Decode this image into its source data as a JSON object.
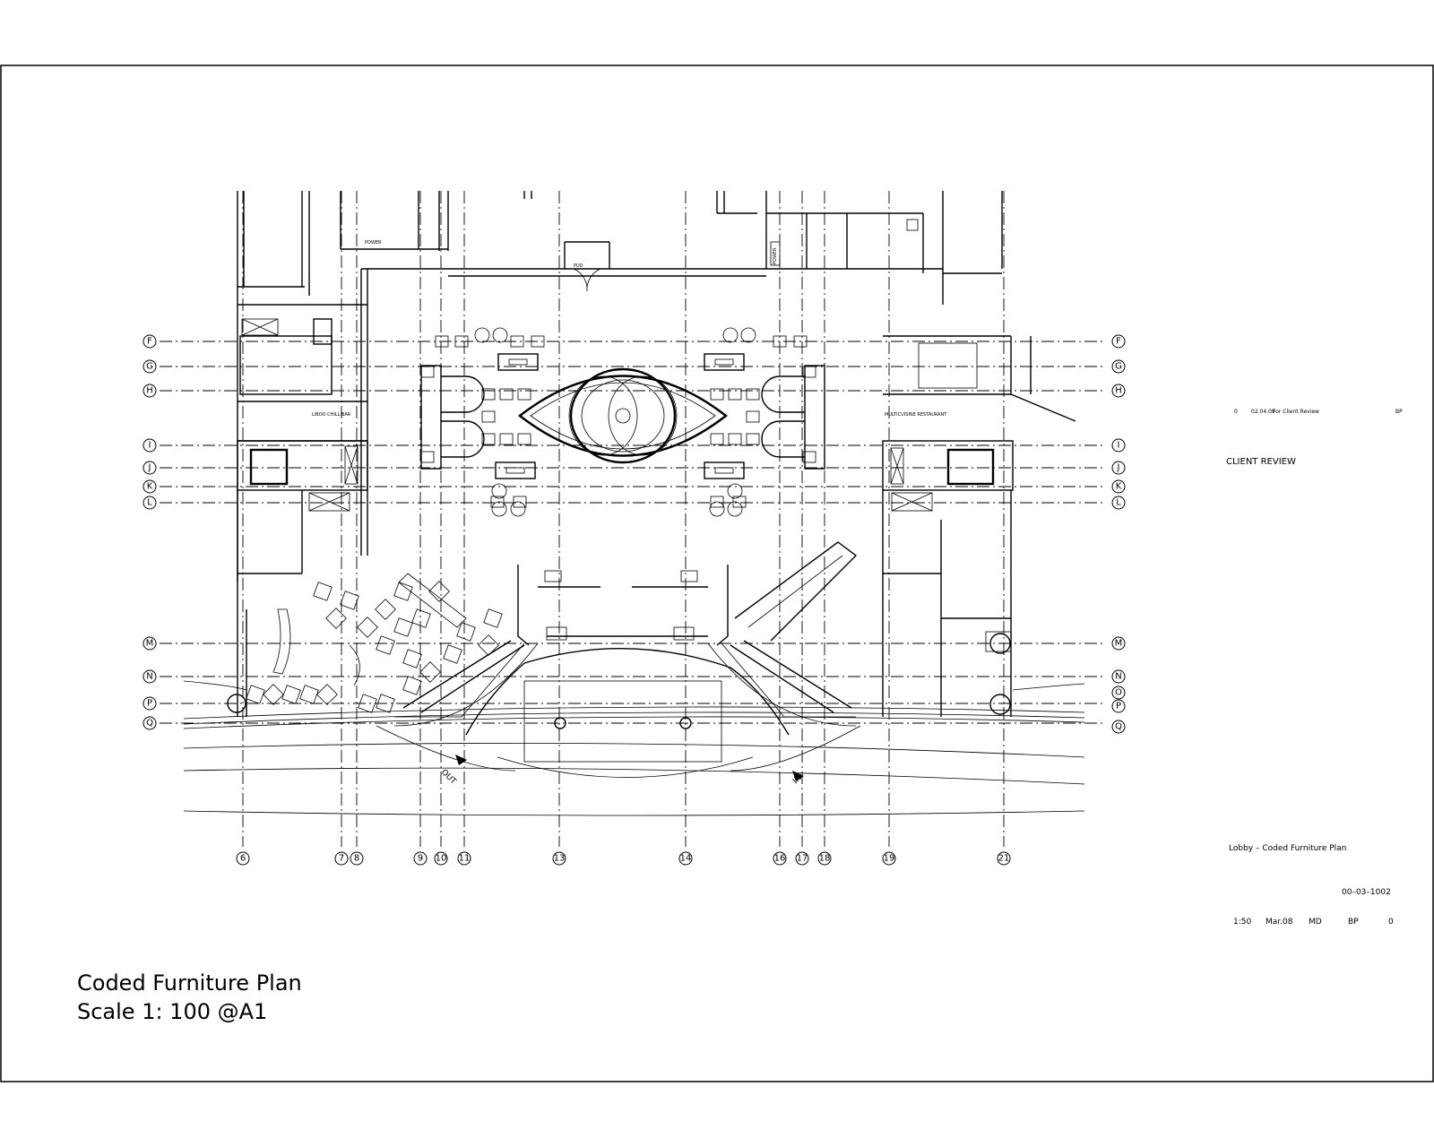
{
  "title_block": {
    "revision_row": {
      "rev": "0",
      "date": "02.04.09",
      "description": "For Client Review",
      "initials": "BP"
    },
    "status": "CLIENT REVIEW",
    "drawing_title": "Lobby – Coded Furniture Plan",
    "drawing_number": "00–03–1002",
    "scale": "1:50",
    "date": "Mar.08",
    "drawn_by": "MD",
    "checked_by": "BP",
    "revision": "0"
  },
  "plan_caption": {
    "title": "Coded Furniture Plan",
    "scale": "Scale  1: 100 @A1"
  },
  "grid": {
    "columns": [
      "6",
      "7",
      "8",
      "9",
      "10",
      "11",
      "13",
      "14",
      "16",
      "17",
      "18",
      "19",
      "21"
    ],
    "rows_left": [
      "F",
      "G",
      "H",
      "I",
      "J",
      "K",
      "L",
      "M",
      "N",
      "P",
      "Q"
    ],
    "rows_right": [
      "F",
      "G",
      "H",
      "I",
      "J",
      "K",
      "L",
      "M",
      "N",
      "O",
      "P",
      "Q"
    ]
  },
  "room_labels": {
    "left_room": "LIBOO CHILL BAR",
    "right_room": "MULTICUISINE RESTAURANT",
    "top_center": "PUD",
    "power_left": "POWER",
    "power_right": "POWER",
    "drop_off_out": "OUT",
    "drop_off_in": "IN"
  }
}
